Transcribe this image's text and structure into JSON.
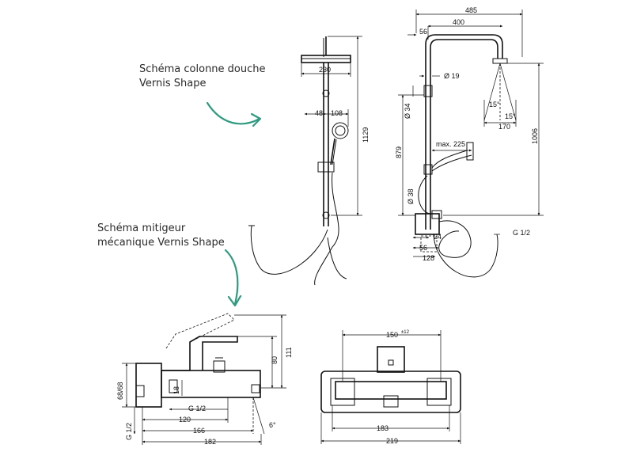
{
  "captions": {
    "column_line1": "Schéma colonne douche",
    "column_line2": "Vernis Shape",
    "mixer_line1": "Schéma mitigeur",
    "mixer_line2": "mécanique Vernis Shape"
  },
  "colors": {
    "arrow": "#2e9a80",
    "line": "#111111"
  },
  "dims": {
    "c_230": "230",
    "c_1129": "1129",
    "c_48": "48",
    "c_108": "108",
    "s_485": "485",
    "s_400": "400",
    "s_56": "56",
    "s_d19": "Ø 19",
    "s_d34": "Ø 34",
    "s_15a": "15°",
    "s_15b": "15°",
    "s_170": "170",
    "s_1006": "1006",
    "s_879": "879",
    "s_max225": "max. 225",
    "s_d38": "Ø 38",
    "s_g12": "G 1/2",
    "s_24": "24",
    "s_56b": "56",
    "s_128": "128",
    "m_111": "111",
    "m_80": "80",
    "m_6868": "68/68",
    "m_g12v": "G 1/2",
    "m_18": "18",
    "m_g12": "G 1/2",
    "m_120": "120",
    "m_166": "166",
    "m_182": "182",
    "m_angle": "6°",
    "f_150": "150",
    "f_150tol": "±12",
    "f_183": "183",
    "f_219": "219"
  }
}
